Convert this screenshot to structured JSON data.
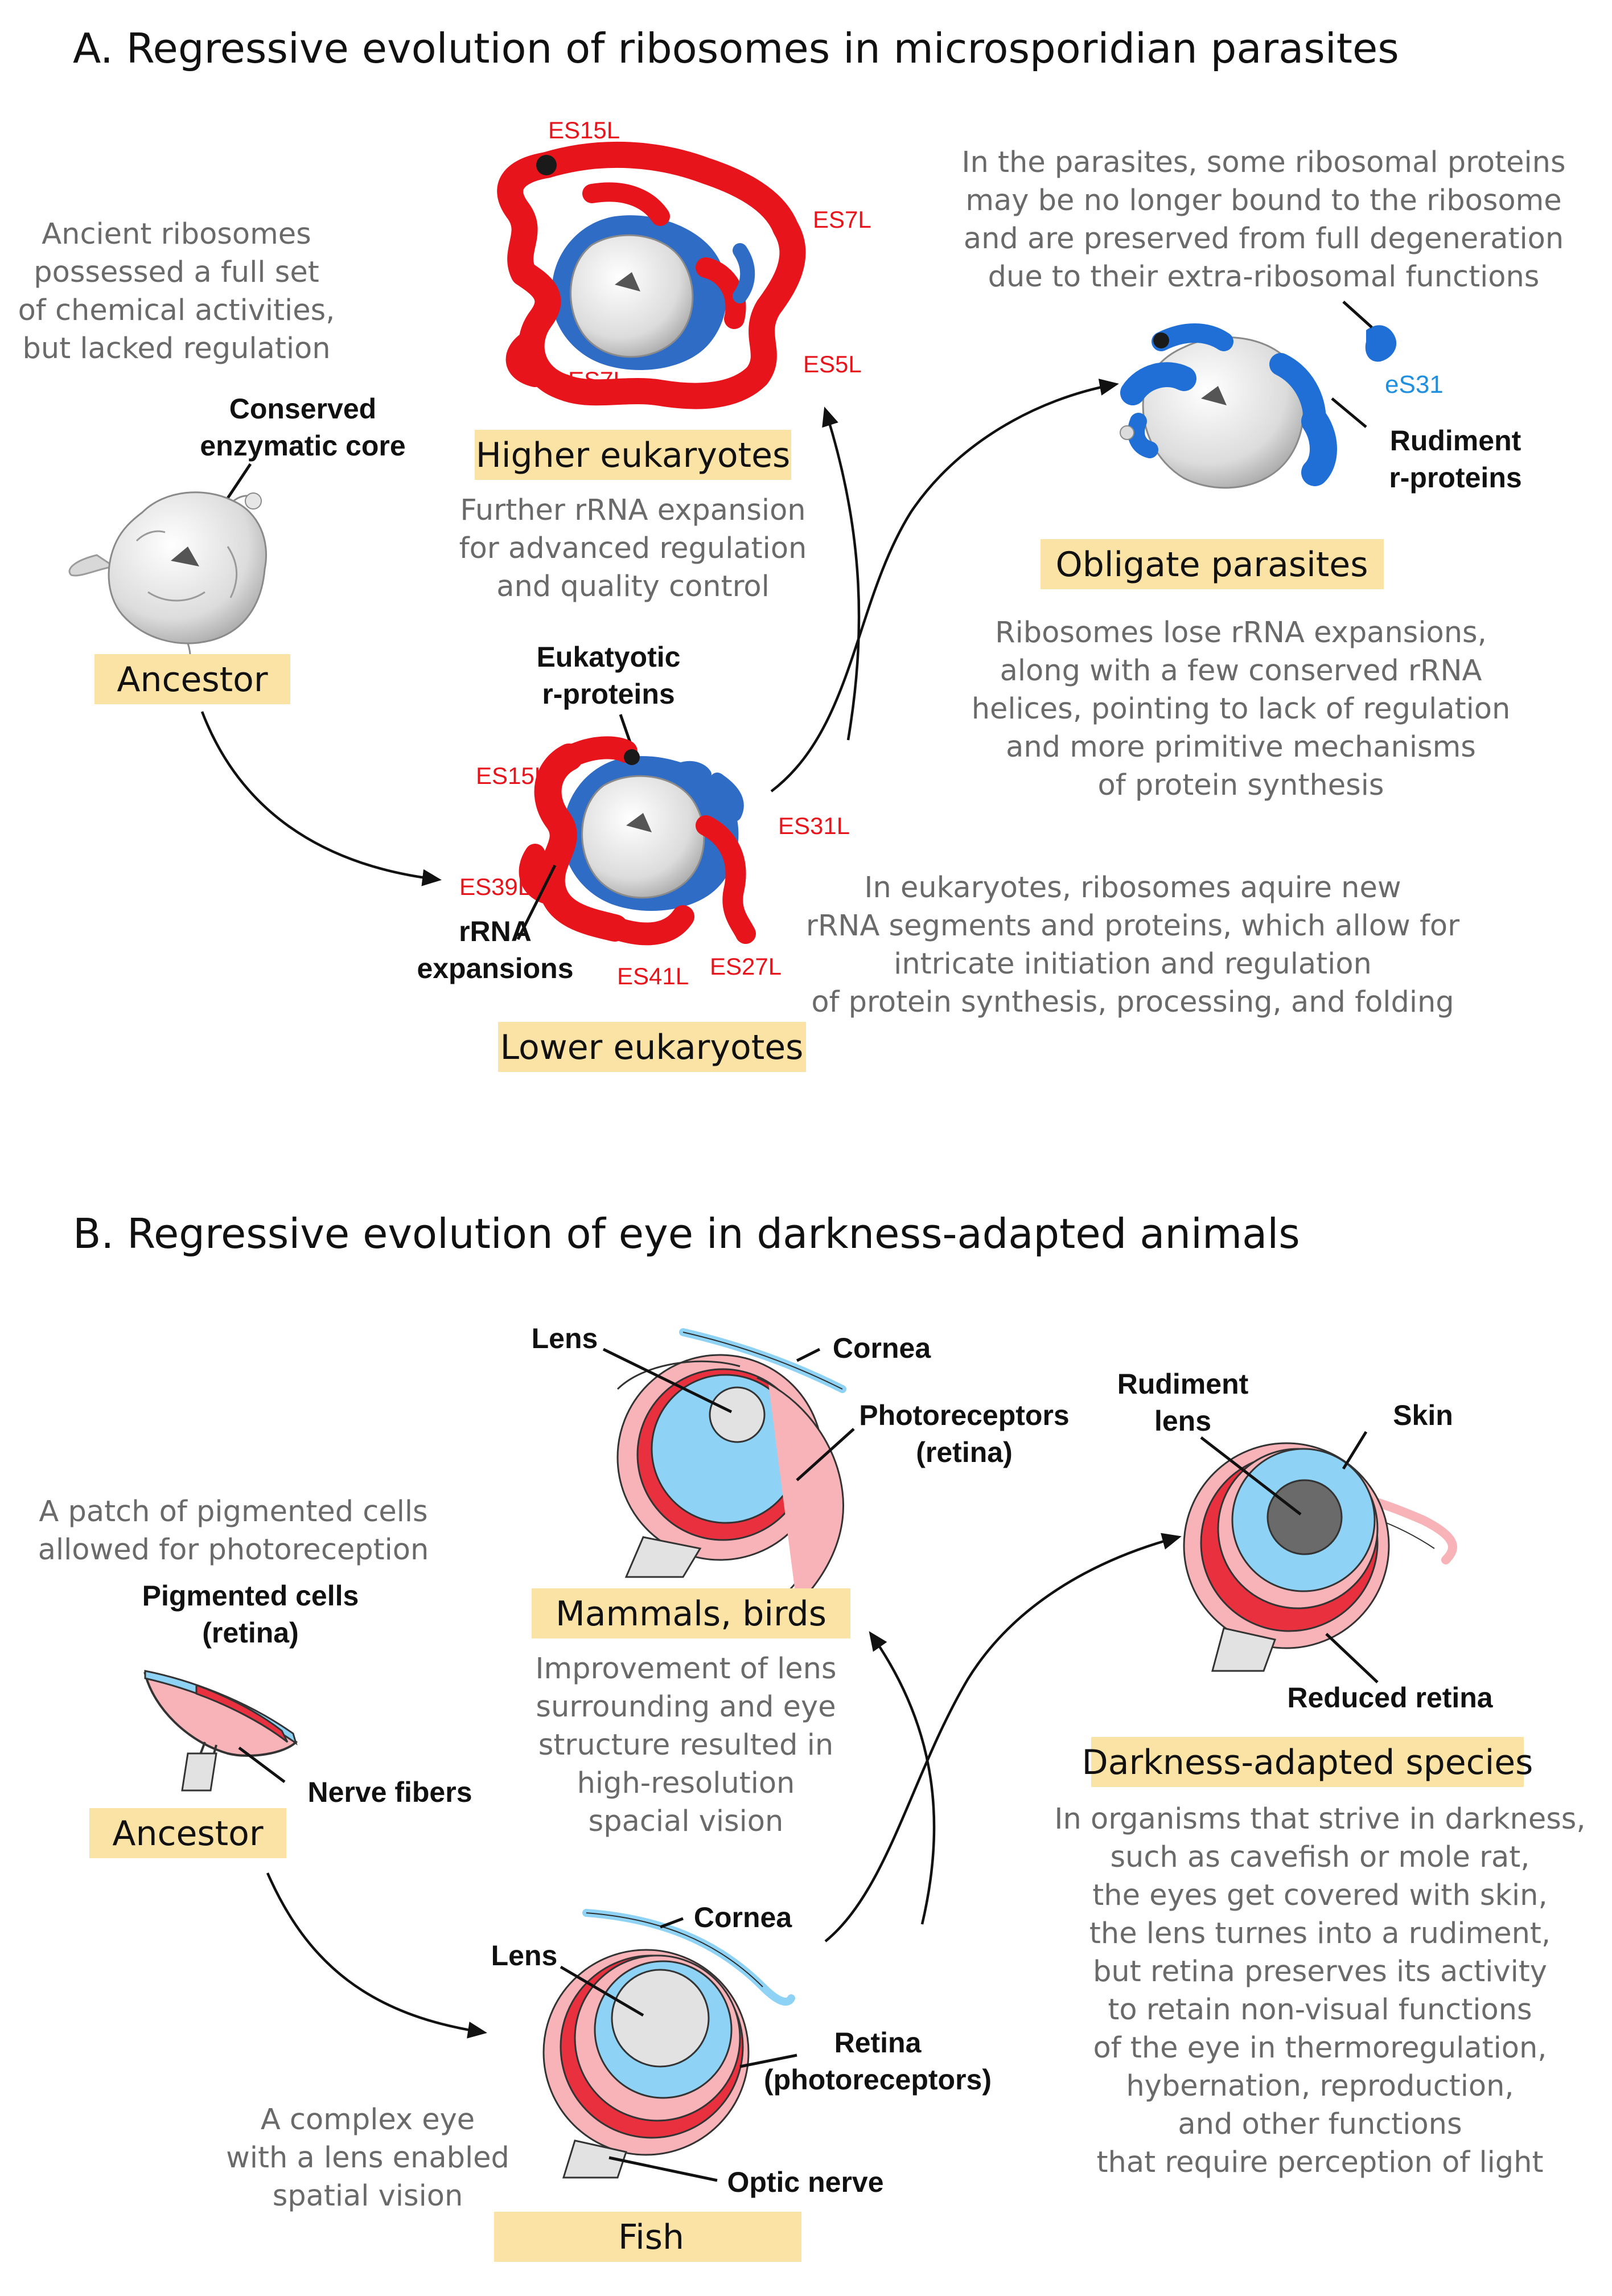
{
  "panelA": {
    "title": "A. Regressive evolution of ribosomes in microsporidian parasites",
    "ancestor": {
      "desc": [
        "Ancient ribosomes",
        "possessed a full set",
        "of chemical activities,",
        "but lacked regulation"
      ],
      "callout": [
        "Conserved",
        "enzymatic core"
      ],
      "label": "Ancestor"
    },
    "higher": {
      "label": "Higher eukaryotes",
      "red_labels": [
        "ES15L",
        "ES7L",
        "ES7L",
        "ES5L"
      ],
      "desc": [
        "Further rRNA expansion",
        "for advanced regulation",
        "and quality control"
      ]
    },
    "lower": {
      "label": "Lower eukaryotes",
      "callout_proteins": [
        "Eukatyotic",
        "r-proteins"
      ],
      "callout_rrna": [
        "rRNA",
        "expansions"
      ],
      "red_labels": [
        "ES15L",
        "ES31L",
        "ES39L",
        "ES41L",
        "ES27L"
      ],
      "desc": [
        "In eukaryotes, ribosomes aquire new",
        "rRNA segments and proteins, which allow for",
        "intricate initiation and regulation",
        "of protein synthesis, processing, and folding"
      ]
    },
    "parasites": {
      "label": "Obligate parasites",
      "top_desc": [
        "In the parasites, some ribosomal proteins",
        "may be no longer bound to the ribosome",
        "and are preserved from full degeneration",
        "due to their extra-ribosomal functions"
      ],
      "blue_label": "eS31",
      "callout": [
        "Rudiment",
        "r-proteins"
      ],
      "desc": [
        "Ribosomes lose rRNA expansions,",
        "along with a few conserved rRNA",
        "helices, pointing to lack of regulation",
        "and more primitive mechanisms",
        "of protein synthesis"
      ]
    }
  },
  "panelB": {
    "title": "B. Regressive evolution of eye in darkness-adapted animals",
    "ancestor": {
      "desc": [
        "A patch of pigmented cells",
        "allowed for photoreception"
      ],
      "callout_cells": [
        "Pigmented cells",
        "(retina)"
      ],
      "callout_nerve": "Nerve fibers",
      "label": "Ancestor"
    },
    "mammals": {
      "lens": "Lens",
      "cornea": "Cornea",
      "photo": [
        "Photoreceptors",
        "(retina)"
      ],
      "label": "Mammals, birds",
      "desc": [
        "Improvement of lens",
        "surrounding and eye",
        "structure resulted in",
        "high-resolution",
        "spacial vision"
      ]
    },
    "dark": {
      "rudiment": [
        "Rudiment",
        "lens"
      ],
      "skin": "Skin",
      "retina": "Reduced retina",
      "label": "Darkness-adapted species",
      "desc": [
        "In organisms that strive in darkness,",
        "such as cavefish or mole rat,",
        "the eyes get covered with skin,",
        "the lens turnes into a rudiment,",
        "but retina preserves its activity",
        "to retain non-visual functions",
        "of the eye in thermoregulation,",
        "hybernation, reproduction,",
        "and other functions",
        "that require perception of light"
      ]
    },
    "fish": {
      "cornea": "Cornea",
      "lens": "Lens",
      "retina": [
        "Retina",
        "(photoreceptors)"
      ],
      "optic": "Optic nerve",
      "desc": [
        "A complex eye",
        "with a lens enabled",
        "spatial vision"
      ],
      "label": "Fish"
    }
  },
  "colors": {
    "rrna_red": "#e8141c",
    "protein_blue": "#1f6fd6",
    "label_box": "#fbe3a6",
    "retina_red": "#e8303f",
    "retina_pink": "#f7b3b8",
    "lens_blue": "#8ed3f5",
    "core_gray": "#e2e2e2"
  }
}
